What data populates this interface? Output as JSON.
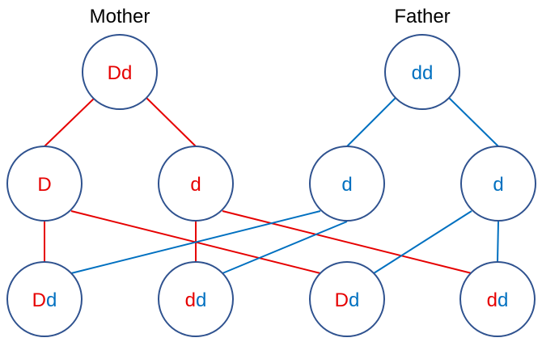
{
  "colors": {
    "maternal": "#e60000",
    "paternal": "#0070c0",
    "node_border": "#2f528f",
    "title_text": "#000000"
  },
  "mother": {
    "label": "Mother",
    "genotype": "Dd"
  },
  "father": {
    "label": "Father",
    "genotype": "dd"
  },
  "gametes": {
    "mother": [
      "D",
      "d"
    ],
    "father": [
      "d",
      "d"
    ]
  },
  "offspring": [
    {
      "maternal_allele": "D",
      "paternal_allele": "d"
    },
    {
      "maternal_allele": "d",
      "paternal_allele": "d"
    },
    {
      "maternal_allele": "D",
      "paternal_allele": "d"
    },
    {
      "maternal_allele": "d",
      "paternal_allele": "d"
    }
  ]
}
